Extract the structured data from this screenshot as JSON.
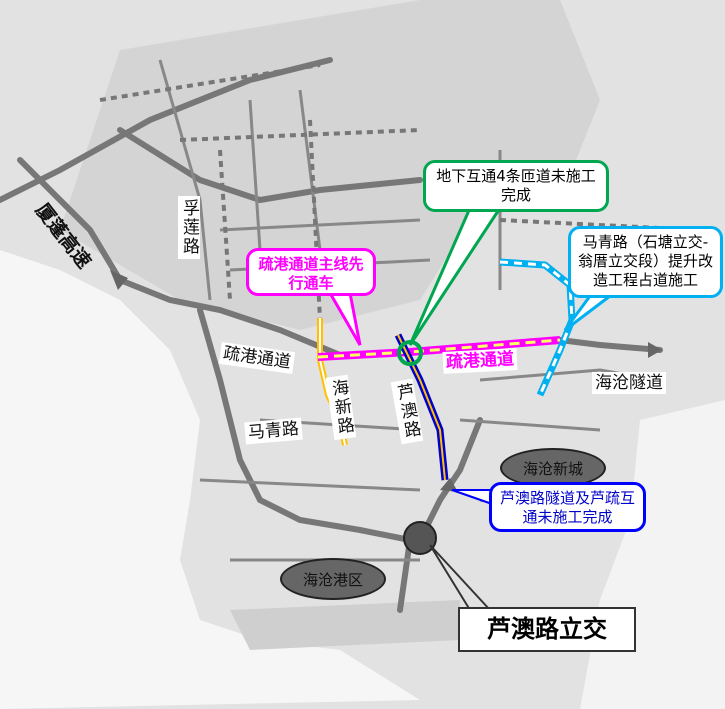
{
  "roads": {
    "xiapeng_expressway": "厦蓬高速",
    "fulian_road": "孚莲路",
    "shugang_channel": "疏港通道",
    "haixin_road": "海新路",
    "maqing_road": "马青路",
    "luao_road": "芦澳路",
    "shugang_channel_highlight": "疏港通道",
    "haicang_tunnel": "海沧隧道"
  },
  "areas": {
    "haicang_new_city": "海沧新城",
    "haicang_port": "海沧港区"
  },
  "callouts": {
    "underground_interchange": "地下互通4条匝道未施工完成",
    "maqing_upgrade": "马青路（石塘立交-翁厝立交段）提升改造工程占道施工",
    "shugang_mainline": "疏港通道主线先行通车",
    "luao_tunnel": "芦澳路隧道及芦疏互通未施工完成",
    "luao_interchange": "芦澳路立交"
  },
  "colors": {
    "magenta": "#ff00ff",
    "green": "#00a650",
    "cyan": "#00b0f0",
    "blue": "#0000ff",
    "yellow": "#ffc000"
  }
}
